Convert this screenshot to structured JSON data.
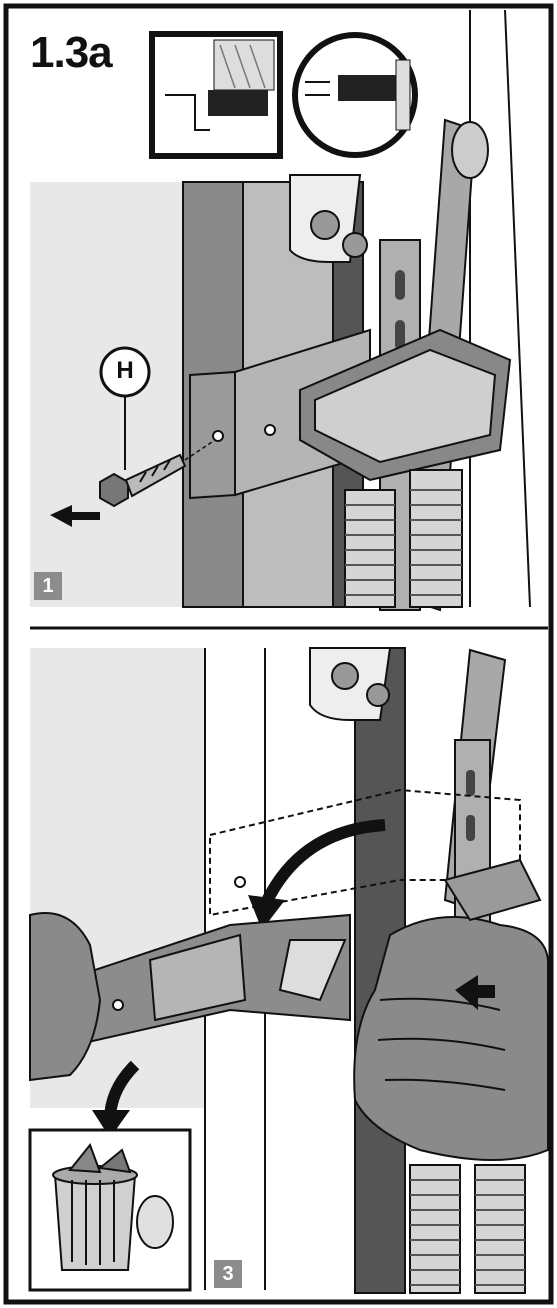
{
  "figure": {
    "step_title": "1.3a",
    "part_label": "H",
    "panels": [
      {
        "badge": "1"
      },
      {
        "badge": "3"
      }
    ]
  },
  "colors": {
    "frame": "#111111",
    "rail_dark": "#555555",
    "rail_mid": "#8a8a8a",
    "bracket": "#9a9a9a",
    "wall": "#e6e6e6",
    "badge": "#8c8c8c"
  },
  "icons": [
    "screw-icon",
    "arrow-icon",
    "trash-can-icon",
    "glove-icon"
  ]
}
